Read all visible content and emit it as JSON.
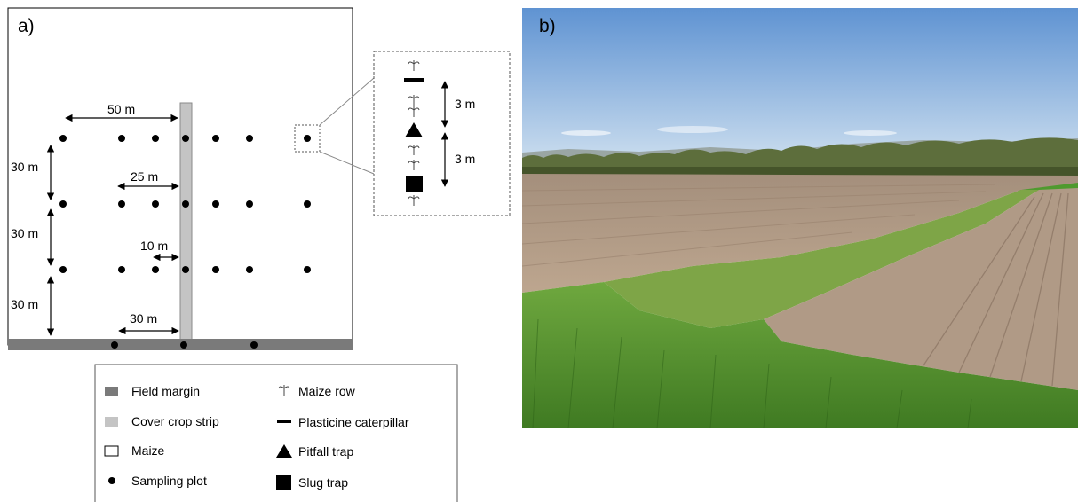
{
  "panels": {
    "a": {
      "label": "a)"
    },
    "b": {
      "label": "b)"
    }
  },
  "dimensions": {
    "spacing_x": "50 m",
    "spacing_y_top": "30 m",
    "spacing_y_mid": "30 m",
    "spacing_y_bottom": "30 m",
    "dist_25": "25 m",
    "dist_10": "10 m",
    "dist_30": "30 m"
  },
  "inset": {
    "gap_upper": "3 m",
    "gap_lower": "3 m"
  },
  "legend": {
    "field_margin": "Field margin",
    "cover_crop_strip": "Cover crop strip",
    "maize": "Maize",
    "sampling_plot": "Sampling plot",
    "maize_row": "Maize row",
    "plasticine_caterpillar": "Plasticine caterpillar",
    "pitfall_trap": "Pitfall trap",
    "slug_trap": "Slug trap"
  },
  "colors": {
    "field_margin": "#7a7a7a",
    "cover_crop_strip": "#c4c4c4",
    "sky_top": "#6e9fd6",
    "soil": "#b49b86",
    "grass": "#4c8a2b"
  }
}
